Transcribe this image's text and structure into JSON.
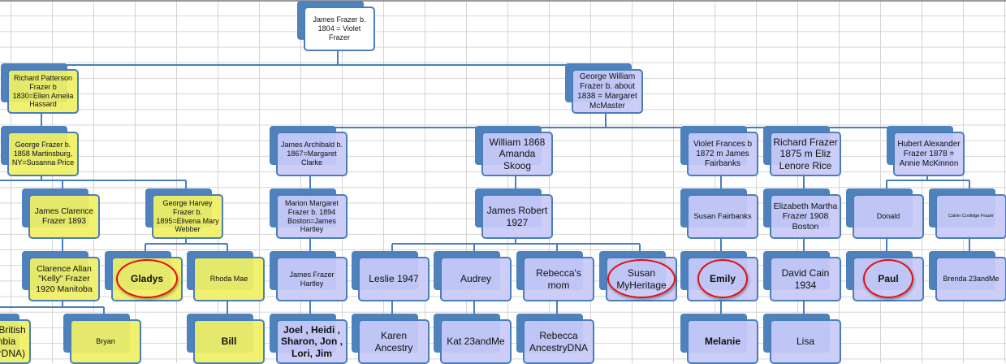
{
  "colors": {
    "yellow": "#f0f064",
    "blue": "#c8caf8",
    "border": "#4a7ebb",
    "back": "#4f81bd",
    "highlight": "#e01010"
  },
  "nodes": [
    {
      "id": "root",
      "label": "James Frazer b. 1804 = Violet Frazer",
      "color": "white",
      "bold": false,
      "highlighted": false
    },
    {
      "id": "rpf",
      "label": "Richard Patterson Frazer b 1830=Ellen Amelia Hassard",
      "color": "yellow",
      "bold": false,
      "highlighted": false
    },
    {
      "id": "gwf",
      "label": "George William Frazer b. about 1838 = Margaret McMaster",
      "color": "blue",
      "bold": false,
      "highlighted": false
    },
    {
      "id": "gf",
      "label": "George Frazer b. 1858 Martinsburg, NY=Susanna Price",
      "color": "yellow",
      "bold": false,
      "highlighted": false
    },
    {
      "id": "ja",
      "label": "James Archibald b. 1867=Margaret Clarke",
      "color": "blue",
      "bold": false,
      "highlighted": false
    },
    {
      "id": "wil",
      "label": "William 1868 Amanda Skoog",
      "color": "blue",
      "bold": false,
      "highlighted": false
    },
    {
      "id": "vf",
      "label": "Violet Frances b 1872 m James Fairbanks",
      "color": "blue",
      "bold": false,
      "highlighted": false
    },
    {
      "id": "rf",
      "label": "Richard Frazer 1875 m Eliz Lenore Rice",
      "color": "blue",
      "bold": false,
      "highlighted": false
    },
    {
      "id": "hub",
      "label": "Hubert Alexander Frazer 1878 = Annie McKinnon",
      "color": "blue",
      "bold": false,
      "highlighted": false
    },
    {
      "id": "jc",
      "label": "James Clarence Frazer 1893",
      "color": "yellow",
      "bold": false,
      "highlighted": false
    },
    {
      "id": "gh",
      "label": "George Harvey Frazer b. 1895=Elivena Mary Webber",
      "color": "yellow",
      "bold": false,
      "highlighted": false
    },
    {
      "id": "mm",
      "label": "Marion Margaret Frazer b. 1894 Boston=James Hartley",
      "color": "blue",
      "bold": false,
      "highlighted": false
    },
    {
      "id": "jr",
      "label": "James Robert 1927",
      "color": "blue",
      "bold": false,
      "highlighted": false
    },
    {
      "id": "sf",
      "label": "Susan Fairbanks",
      "color": "blue",
      "bold": false,
      "highlighted": false
    },
    {
      "id": "em",
      "label": "Elizabeth Martha Frazer 1908 Boston",
      "color": "blue",
      "bold": false,
      "highlighted": false
    },
    {
      "id": "don",
      "label": "Donald",
      "color": "blue",
      "bold": false,
      "highlighted": false
    },
    {
      "id": "cal",
      "label": "Calvin Coolidge Frazer",
      "color": "blue",
      "bold": false,
      "highlighted": false
    },
    {
      "id": "ca",
      "label": "Clarence Allan \"Kelly\" Frazer 1920 Manitoba",
      "color": "yellow",
      "bold": false,
      "highlighted": false
    },
    {
      "id": "gla",
      "label": "Gladys",
      "color": "yellow",
      "bold": true,
      "highlighted": true
    },
    {
      "id": "rho",
      "label": "Rhoda Mae",
      "color": "yellow",
      "bold": false,
      "highlighted": false
    },
    {
      "id": "jfh",
      "label": "James Frazer Hartley",
      "color": "blue",
      "bold": false,
      "highlighted": false
    },
    {
      "id": "les",
      "label": "Leslie 1947",
      "color": "blue",
      "bold": false,
      "highlighted": false
    },
    {
      "id": "aud",
      "label": "Audrey",
      "color": "blue",
      "bold": false,
      "highlighted": false
    },
    {
      "id": "rm",
      "label": "Rebecca's mom",
      "color": "blue",
      "bold": false,
      "highlighted": false
    },
    {
      "id": "smh",
      "label": "Susan MyHeritage",
      "color": "blue",
      "bold": false,
      "highlighted": true
    },
    {
      "id": "emi",
      "label": "Emily",
      "color": "blue",
      "bold": true,
      "highlighted": true
    },
    {
      "id": "dc",
      "label": "David Cain 1934",
      "color": "blue",
      "bold": false,
      "highlighted": false
    },
    {
      "id": "pau",
      "label": "Paul",
      "color": "blue",
      "bold": true,
      "highlighted": true
    },
    {
      "id": "bre",
      "label": "Brenda 23andMe",
      "color": "blue",
      "bold": false,
      "highlighted": false
    },
    {
      "id": "san",
      "label": "Sandra British Columbia (AncestrDNA)",
      "color": "yellow",
      "bold": false,
      "highlighted": false
    },
    {
      "id": "bry",
      "label": "Bryan",
      "color": "yellow",
      "bold": false,
      "highlighted": false
    },
    {
      "id": "bil",
      "label": "Bill",
      "color": "yellow",
      "bold": true,
      "highlighted": false
    },
    {
      "id": "joe",
      "label": "Joel , Heidi , Sharon, Jon , Lori, Jim",
      "color": "blue",
      "bold": true,
      "highlighted": false
    },
    {
      "id": "kar",
      "label": "Karen Ancestry",
      "color": "blue",
      "bold": false,
      "highlighted": false
    },
    {
      "id": "kat",
      "label": "Kat 23andMe",
      "color": "blue",
      "bold": false,
      "highlighted": false
    },
    {
      "id": "rad",
      "label": "Rebecca AncestryDNA",
      "color": "blue",
      "bold": false,
      "highlighted": false
    },
    {
      "id": "mel",
      "label": "Melanie",
      "color": "blue",
      "bold": true,
      "highlighted": false
    },
    {
      "id": "lis",
      "label": "Lisa",
      "color": "blue",
      "bold": false,
      "highlighted": false
    }
  ]
}
